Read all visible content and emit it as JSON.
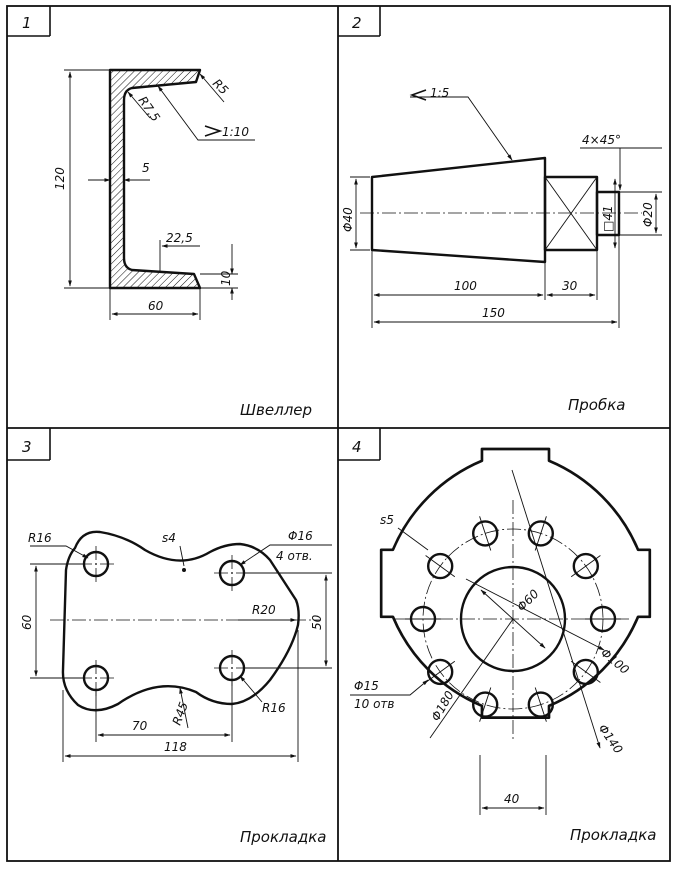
{
  "panels": [
    {
      "number": "1",
      "caption": "Швеллер"
    },
    {
      "number": "2",
      "caption": "Пробка"
    },
    {
      "number": "3",
      "caption": "Прокладка"
    },
    {
      "number": "4",
      "caption": "Прокладка"
    }
  ],
  "drawing1": {
    "dims": {
      "height": "120",
      "web": "5",
      "flange_width": "60",
      "offset": "22,5",
      "flange_thickness": "10",
      "radius_tip": "R5",
      "radius_inner": "R7,5",
      "slope": "1:10"
    }
  },
  "drawing2": {
    "dims": {
      "taper": "1:5",
      "chamfer": "4×45°",
      "dia_large": "Φ40",
      "square": "□41",
      "dia_small": "Φ20",
      "len_taper": "100",
      "len_square": "30",
      "len_total": "150"
    }
  },
  "drawing3": {
    "dims": {
      "thickness": "s4",
      "r_corner": "R16",
      "holes": "Φ16",
      "holes_count": "4 отв.",
      "r_right": "R20",
      "r_bottom": "R16",
      "r_arc": "R45",
      "height_left": "60",
      "height_right": "50",
      "spacing": "70",
      "width": "118"
    }
  },
  "drawing4": {
    "dims": {
      "thickness": "s5",
      "dia_center": "Φ60",
      "dia_mid": "Φ100",
      "holes": "Φ15",
      "holes_count": "10 отв",
      "dia_bolt": "Φ180",
      "dia_outer": "Φ140",
      "lug_width": "40"
    }
  }
}
